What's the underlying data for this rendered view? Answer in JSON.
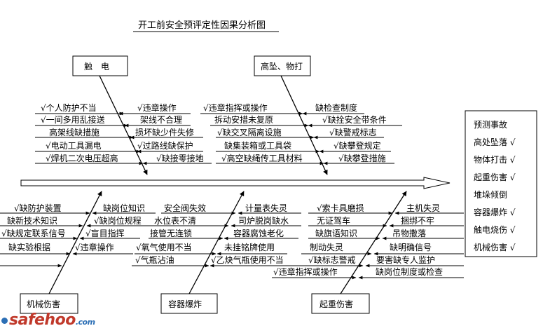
{
  "title": "开工前安全预评定性因果分析图",
  "categories": {
    "contact": "触　电",
    "fall": "高坠、物打",
    "mech": "机械伤害",
    "vessel": "容器爆炸",
    "lift": "起重伤害"
  },
  "contact_causes": [
    "√个人防护不当",
    "√一间多用乱接送",
    "高架线缺措施",
    "√电动工具漏电",
    "√焊机二次电压超高",
    "√违章操作",
    "架线不合理",
    "损坏缺少件失修",
    "√过路线缺保护",
    "√缺接零接地"
  ],
  "fall_causes": [
    "√违章指挥或操作",
    "拆动安措未复原",
    "√缺交叉隔离设施",
    "缺集装箱或工具袋",
    "√高空缺绳传工具材料",
    "缺检查制度",
    "√缺拴安全带条件",
    "√缺警戒标志",
    "√缺攀登规定",
    "√缺攀登措施"
  ],
  "mech_causes": [
    "√缺防护装置",
    "缺新技术知识",
    "√缺规定联系信号",
    "缺实验根据",
    "缺岗位知识",
    "√缺岗位规程",
    "√盲目指挥",
    "√违章操作"
  ],
  "vessel_causes": [
    "安全阀失效",
    "水位表不清",
    "接管无连锁",
    "√氧气使用不当",
    "√气瓶沾油",
    "计量表失灵",
    "司炉脱岗缺水",
    "容器腐蚀老化",
    "未挂铭牌使用",
    "√乙炔气瓶使用不当"
  ],
  "lift_causes": [
    "√索卡具磨损",
    "无证驾车",
    "缺旗语知识",
    "制动失灵",
    "√缺标志警戒",
    "√违章指挥或操作",
    "主机失灵",
    "捆绑不牢",
    "吊物撒落",
    "缺明确信号",
    "要害缺专人监护",
    "缺岗位制度或检查"
  ],
  "predicted_box": {
    "header": "预测事故",
    "items": [
      "高处坠落 √",
      "物体打击 √",
      "起重伤害 √",
      "堆垛倾倒",
      "容器爆炸 √",
      "触电烧伤 √",
      "机械伤害 √"
    ]
  },
  "watermark": {
    "brand": "safehoo",
    "suffix": ".com"
  }
}
